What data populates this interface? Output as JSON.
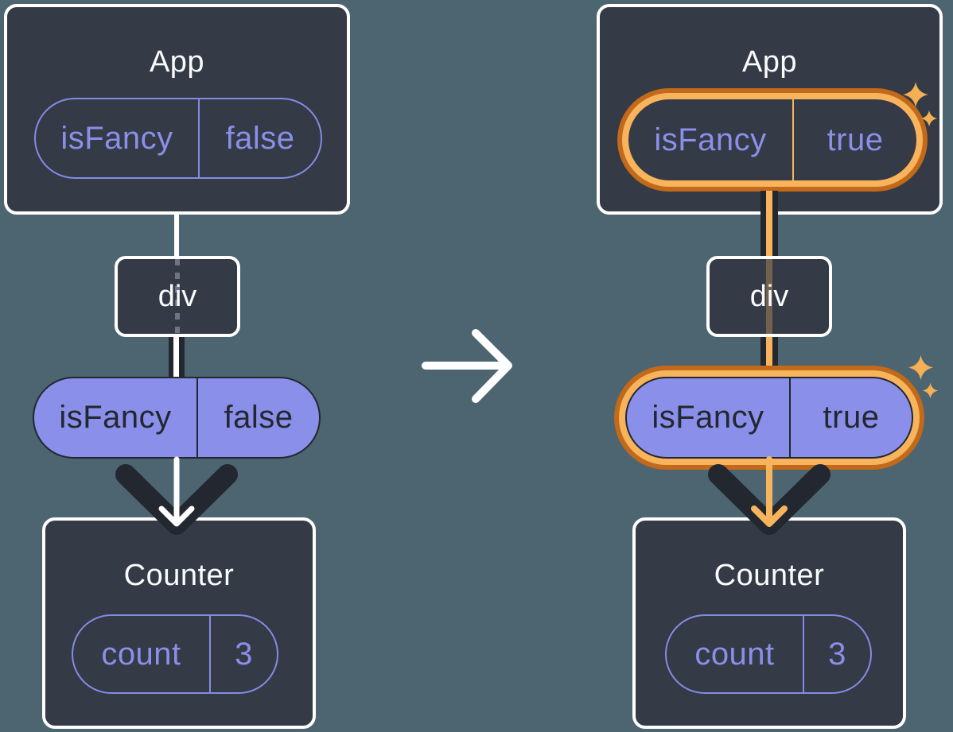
{
  "diagram": "passing-prop-through-tree",
  "colors": {
    "background": "#4D6570",
    "card_fill": "#343A46",
    "card_border": "#FFFFFF",
    "ink_dark": "#23272F",
    "purple_stroke": "#858BE4",
    "purple_text": "#8A8FE9",
    "purple_fill": "#8A8FE9",
    "highlight_orange_light": "#F7B45C",
    "highlight_orange_dark": "#C2691A",
    "sparkle_orange": "#F5AF55",
    "arrow_white": "#FFFFFF"
  },
  "before": {
    "app": {
      "title": "App",
      "prop": {
        "name": "isFancy",
        "value": "false"
      }
    },
    "div_node": {
      "label": "div"
    },
    "passed_prop": {
      "name": "isFancy",
      "value": "false"
    },
    "counter": {
      "title": "Counter",
      "state": {
        "name": "count",
        "value": "3"
      }
    }
  },
  "after": {
    "app": {
      "title": "App",
      "prop": {
        "name": "isFancy",
        "value": "true"
      }
    },
    "div_node": {
      "label": "div"
    },
    "passed_prop": {
      "name": "isFancy",
      "value": "true"
    },
    "counter": {
      "title": "Counter",
      "state": {
        "name": "count",
        "value": "3"
      }
    }
  }
}
